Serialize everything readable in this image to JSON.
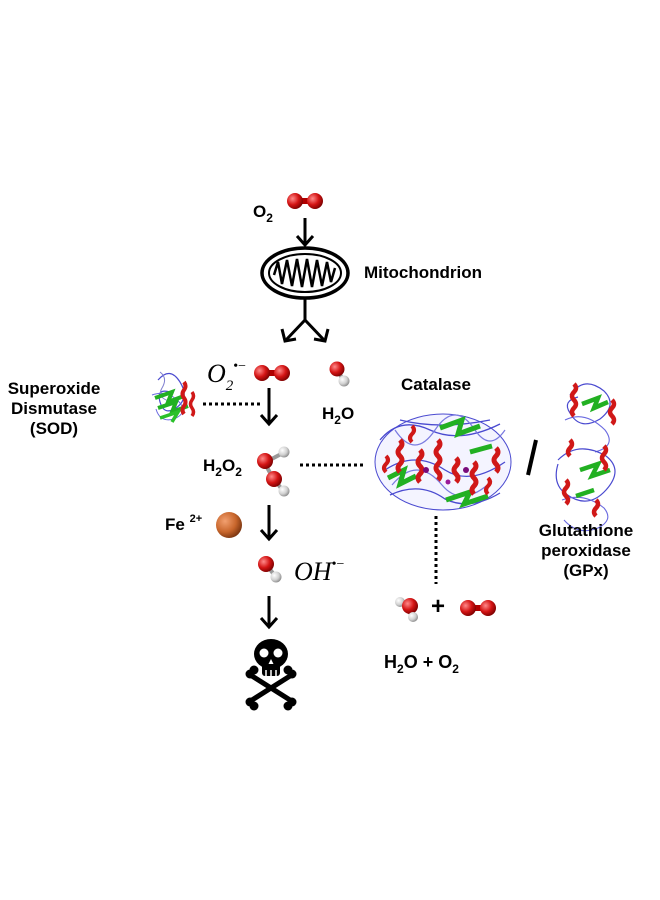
{
  "labels": {
    "o2_top": "O",
    "o2_top_sub": "2",
    "mitochondrion": "Mitochondrion",
    "superoxide_symbol": "O",
    "superoxide_sub": "2",
    "superoxide_sup": "•−",
    "water_top": "H",
    "water_top_sub": "2",
    "water_top_end": "O",
    "sod_line1": "Superoxide",
    "sod_line2": "Dismutase",
    "sod_line3": "(SOD)",
    "catalase": "Catalase",
    "h2o2_h": "H",
    "h2o2_sub1": "2",
    "h2o2_o": "O",
    "h2o2_sub2": "2",
    "fe": "Fe",
    "fe_sup": "2+",
    "hydroxyl": "OH",
    "hydroxyl_sup": "•−",
    "separator": "/",
    "gpx_line1": "Glutathione",
    "gpx_line2": "peroxidase",
    "gpx_line3": "(GPx)",
    "plus": "+",
    "products_h": "H",
    "products_sub1": "2",
    "products_o": "O + O",
    "products_sub2": "2"
  },
  "colors": {
    "oxygen": "#d41414",
    "hydrogen": "#d8d8d8",
    "iron": "#c8662c",
    "helix": "#d01818",
    "sheet": "#22b022",
    "coil": "#4a4ad0"
  },
  "icons": {
    "toxicity": "skull-crossbones-icon"
  }
}
